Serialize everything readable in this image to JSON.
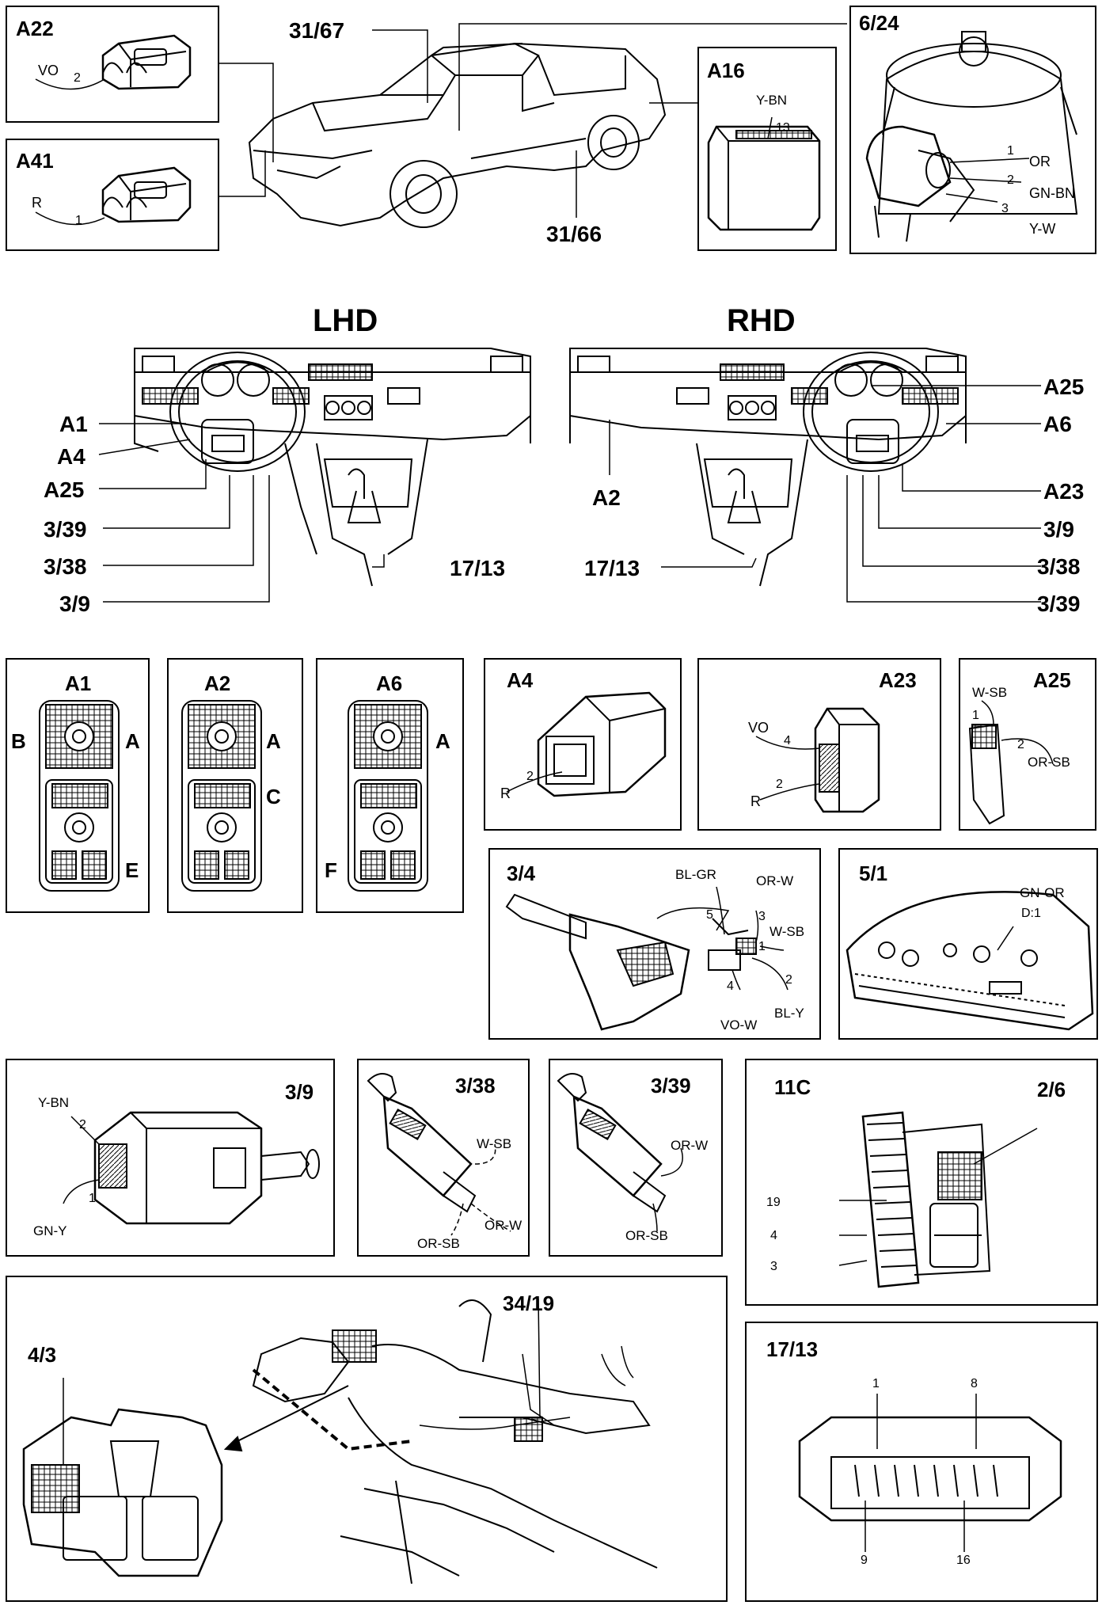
{
  "top": {
    "a22": {
      "title": "A22",
      "wire": "VO",
      "pin": "2"
    },
    "a41": {
      "title": "A41",
      "wire": "R",
      "pin": "1"
    },
    "car": {
      "c3167": "31/67",
      "c3166": "31/66"
    },
    "a16": {
      "title": "A16",
      "wire": "Y-BN",
      "pin": "13"
    },
    "c624": {
      "title": "6/24",
      "p1": "1",
      "w1": "OR",
      "p2": "2",
      "w2": "GN-BN",
      "p3": "3",
      "w3": "Y-W"
    }
  },
  "dash": {
    "lhd": {
      "title": "LHD",
      "a1": "A1",
      "a4": "A4",
      "a25": "A25",
      "c339": "3/39",
      "c338": "3/38",
      "c39": "3/9",
      "c1713": "17/13"
    },
    "rhd": {
      "title": "RHD",
      "a2": "A2",
      "a25": "A25",
      "a6": "A6",
      "a23": "A23",
      "c39": "3/9",
      "c338": "3/38",
      "c339": "3/39",
      "c1713": "17/13"
    }
  },
  "row3": {
    "a1": {
      "title": "A1",
      "b": "B",
      "a": "A",
      "e": "E"
    },
    "a2": {
      "title": "A2",
      "a": "A",
      "c": "C"
    },
    "a6": {
      "title": "A6",
      "a": "A",
      "f": "F"
    },
    "a4": {
      "title": "A4",
      "wire": "R",
      "pin": "2"
    },
    "a23": {
      "title": "A23",
      "w1": "VO",
      "p1": "4",
      "w2": "R",
      "p2": "2"
    },
    "a25": {
      "title": "A25",
      "w1": "W-SB",
      "p1": "1",
      "w2": "OR-SB",
      "p2": "2"
    }
  },
  "row4": {
    "c34": {
      "title": "3/4",
      "w5": "BL-GR",
      "p5": "5",
      "w3": "OR-W",
      "p3": "3",
      "w1": "W-SB",
      "p1": "1",
      "w4": "VO-W",
      "p4": "4",
      "w2": "BL-Y",
      "p2": "2"
    },
    "c51": {
      "title": "5/1",
      "wire": "GN-OR",
      "pin": "D:1"
    }
  },
  "row5": {
    "c39": {
      "title": "3/9",
      "w2": "Y-BN",
      "p2": "2",
      "w1": "GN-Y",
      "p1": "1"
    },
    "c338": {
      "title": "3/38",
      "w1": "W-SB",
      "w2": "OR-SB",
      "w3": "OR-W"
    },
    "c339": {
      "title": "3/39",
      "w1": "OR-W",
      "w2": "OR-SB"
    },
    "c11c": {
      "title": "11C",
      "t2": "2/6",
      "p19": "19",
      "p4": "4",
      "p3": "3"
    }
  },
  "row6": {
    "c43": {
      "title": "4/3",
      "t2": "34/19"
    },
    "c1713": {
      "title": "17/13",
      "p1": "1",
      "p8": "8",
      "p9": "9",
      "p16": "16"
    }
  }
}
